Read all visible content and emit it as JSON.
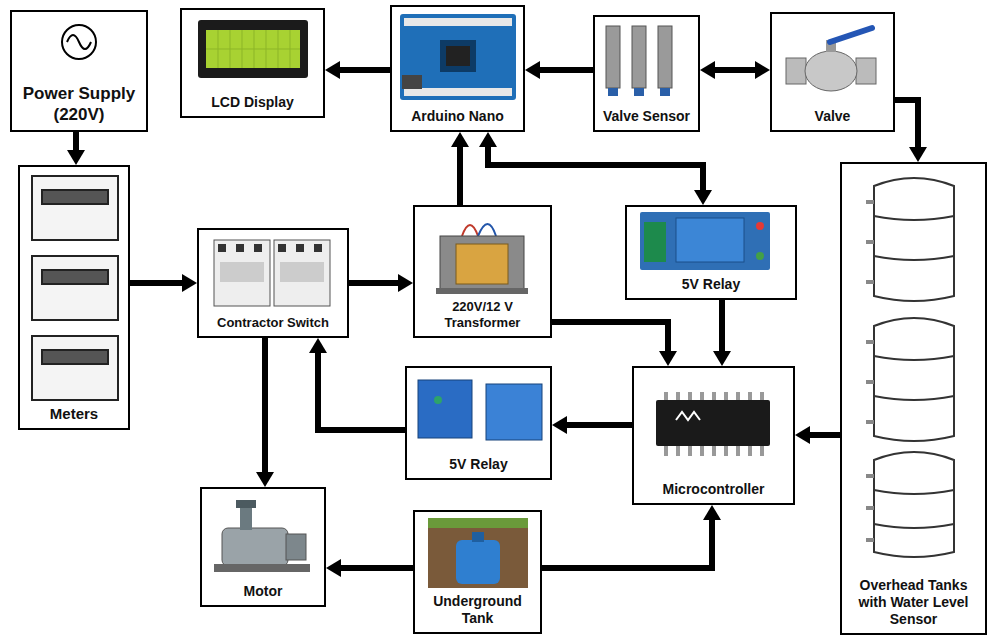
{
  "diagram": {
    "nodes": [
      {
        "text": [
          "Power Supply (220V)"
        ]
      },
      {
        "text": [
          "LCD Display"
        ]
      },
      {
        "text": [
          "Arduino Nano"
        ]
      },
      {
        "text": [
          "Valve Sensor"
        ]
      },
      {
        "text": [
          "Valve"
        ]
      },
      {
        "text": [
          "Meters"
        ]
      },
      {
        "text": [
          "Contractor Switch"
        ]
      },
      {
        "text": [
          "220V/12 V Transformer"
        ]
      },
      {
        "text": [
          "5V Relay"
        ]
      },
      {
        "text": [
          "Overhead Tanks with Water Level Sensor"
        ]
      },
      {
        "text": [
          "5V Relay"
        ]
      },
      {
        "text": [
          "Microcontroller"
        ]
      },
      {
        "text": [
          "Motor"
        ]
      },
      {
        "text": [
          "Underground Tank"
        ]
      }
    ],
    "edges": [
      {
        "from": 0,
        "to": 5,
        "arrow": "to"
      },
      {
        "from": 5,
        "to": 6,
        "arrow": "to"
      },
      {
        "from": 6,
        "to": 7,
        "arrow": "to"
      },
      {
        "from": 6,
        "to": 12,
        "arrow": "to"
      },
      {
        "from": 7,
        "to": 2,
        "arrow": "to"
      },
      {
        "from": 7,
        "to": 11,
        "arrow": "to"
      },
      {
        "from": 2,
        "to": 1,
        "arrow": "to"
      },
      {
        "from": 3,
        "to": 2,
        "arrow": "to"
      },
      {
        "from": 3,
        "to": 4,
        "arrow": "both"
      },
      {
        "from": 4,
        "to": 9,
        "arrow": "to"
      },
      {
        "from": 2,
        "to": 8,
        "arrow": "both"
      },
      {
        "from": 8,
        "to": 11,
        "arrow": "to"
      },
      {
        "from": 9,
        "to": 11,
        "arrow": "to"
      },
      {
        "from": 11,
        "to": 10,
        "arrow": "to"
      },
      {
        "from": 10,
        "to": 6,
        "arrow": "to"
      },
      {
        "from": 13,
        "to": 12,
        "arrow": "to"
      },
      {
        "from": 13,
        "to": 11,
        "arrow": "to"
      }
    ]
  }
}
